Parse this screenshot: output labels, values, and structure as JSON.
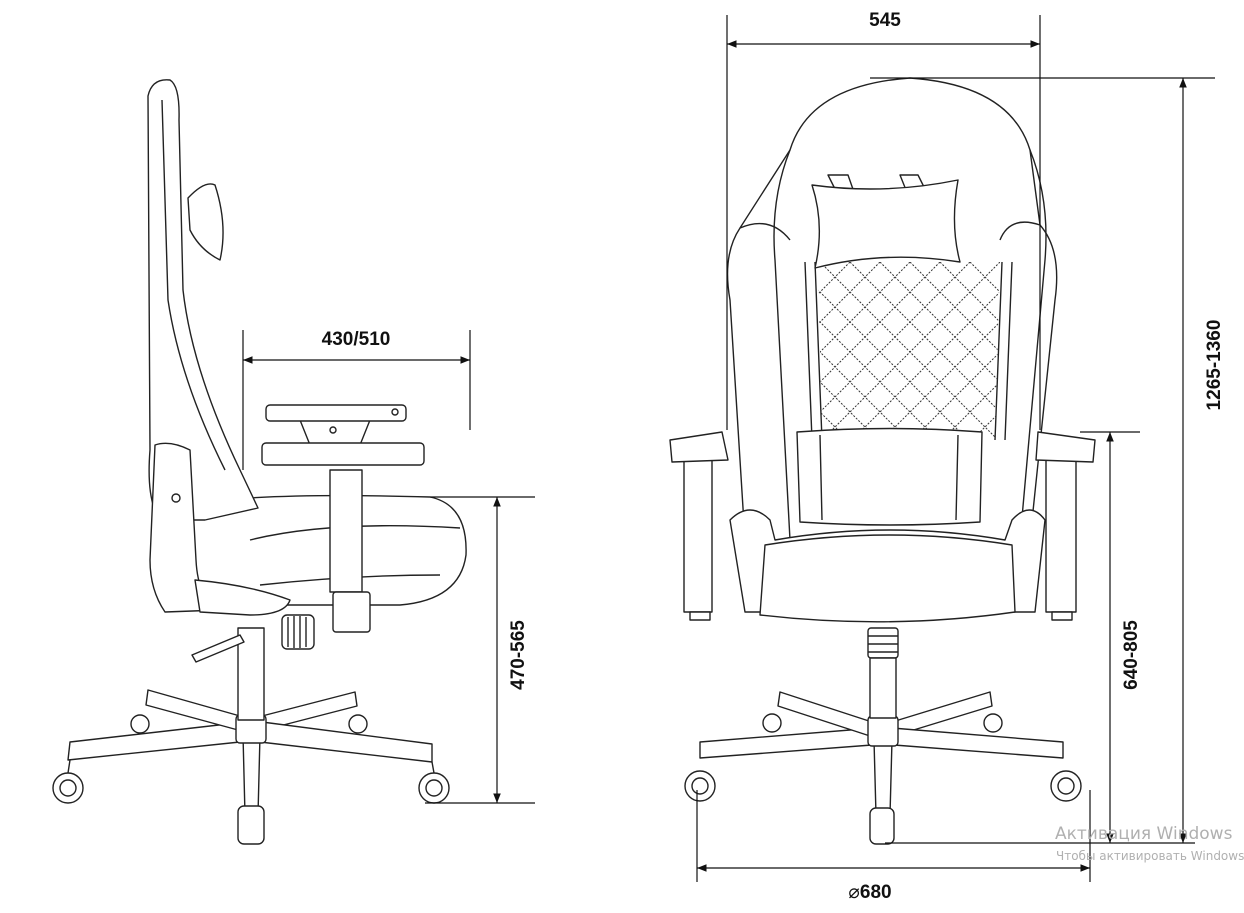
{
  "dimensions": {
    "width_front": "545",
    "total_height": "1265-1360",
    "armrest_height": "640-805",
    "base_diameter": "680",
    "diameter_symbol": "⌀",
    "seat_depth": "430/510",
    "seat_height": "470-565"
  },
  "watermark": {
    "line1": "Активация Windows",
    "line2": "Чтобы активировать Windows"
  }
}
